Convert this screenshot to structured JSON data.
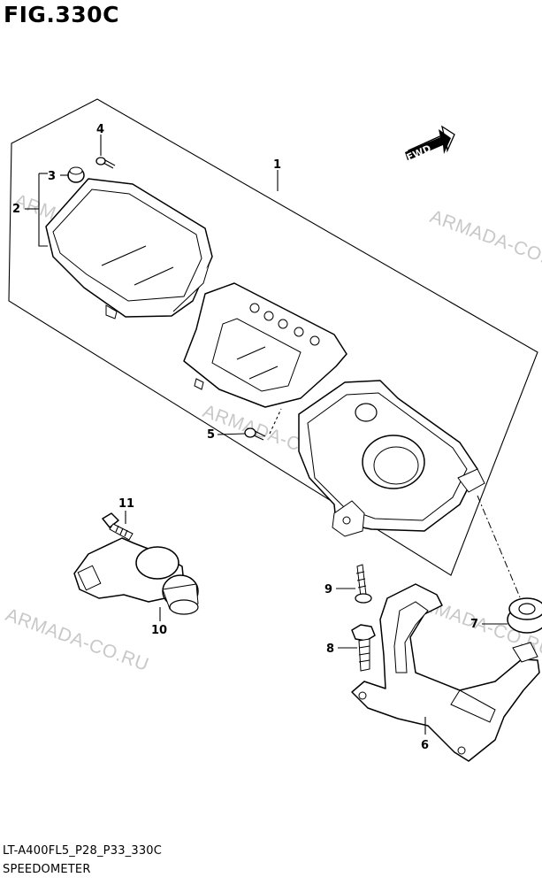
{
  "header": {
    "figure_title": "FIG.330C"
  },
  "footer": {
    "model_code": "LT-A400FL5_P28_P33_330C",
    "section_name": "SPEEDOMETER"
  },
  "direction_badge": "FWD",
  "watermark": "ARMADA-CO.RU",
  "callouts": {
    "c1": "1",
    "c2": "2",
    "c3": "3",
    "c4": "4",
    "c5": "5",
    "c6": "6",
    "c7": "7",
    "c8": "8",
    "c9": "9",
    "c10": "10",
    "c11": "11"
  }
}
